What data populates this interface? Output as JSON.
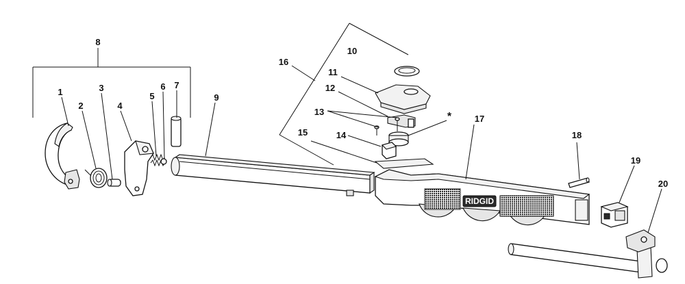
{
  "diagram": {
    "brand_mark": "RIDGID",
    "callouts": [
      {
        "id": "c1",
        "text": "1"
      },
      {
        "id": "c2",
        "text": "2"
      },
      {
        "id": "c3",
        "text": "3"
      },
      {
        "id": "c4",
        "text": "4"
      },
      {
        "id": "c5",
        "text": "5"
      },
      {
        "id": "c6",
        "text": "6"
      },
      {
        "id": "c7",
        "text": "7"
      },
      {
        "id": "c8",
        "text": "8"
      },
      {
        "id": "c9",
        "text": "9"
      },
      {
        "id": "c10",
        "text": "10"
      },
      {
        "id": "c11",
        "text": "11"
      },
      {
        "id": "c12",
        "text": "12"
      },
      {
        "id": "c13",
        "text": "13"
      },
      {
        "id": "c14",
        "text": "14"
      },
      {
        "id": "c15",
        "text": "15"
      },
      {
        "id": "c16",
        "text": "16"
      },
      {
        "id": "c17",
        "text": "17"
      },
      {
        "id": "c18",
        "text": "18"
      },
      {
        "id": "c19",
        "text": "19"
      },
      {
        "id": "c20",
        "text": "20"
      },
      {
        "id": "cstar",
        "text": "*"
      }
    ]
  }
}
